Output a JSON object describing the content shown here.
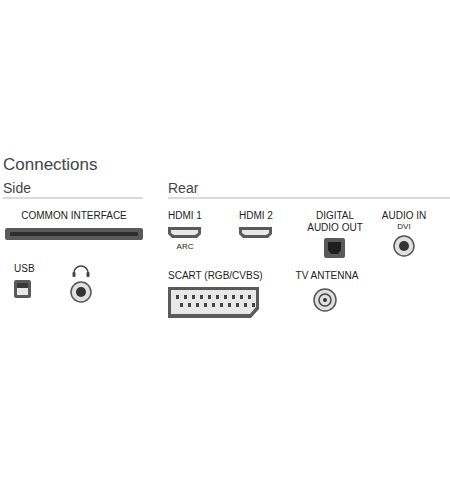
{
  "diagram": {
    "title": "Connections",
    "labels": [
      "Side",
      "Rear",
      "COMMON INTERFACE",
      "USB",
      "HDMI 1",
      "ARC",
      "HDMI 2",
      "DIGITAL AUDIO OUT",
      "AUDIO IN",
      "DVI",
      "SCART (RGB/CVBS)",
      "TV ANTENNA"
    ]
  }
}
